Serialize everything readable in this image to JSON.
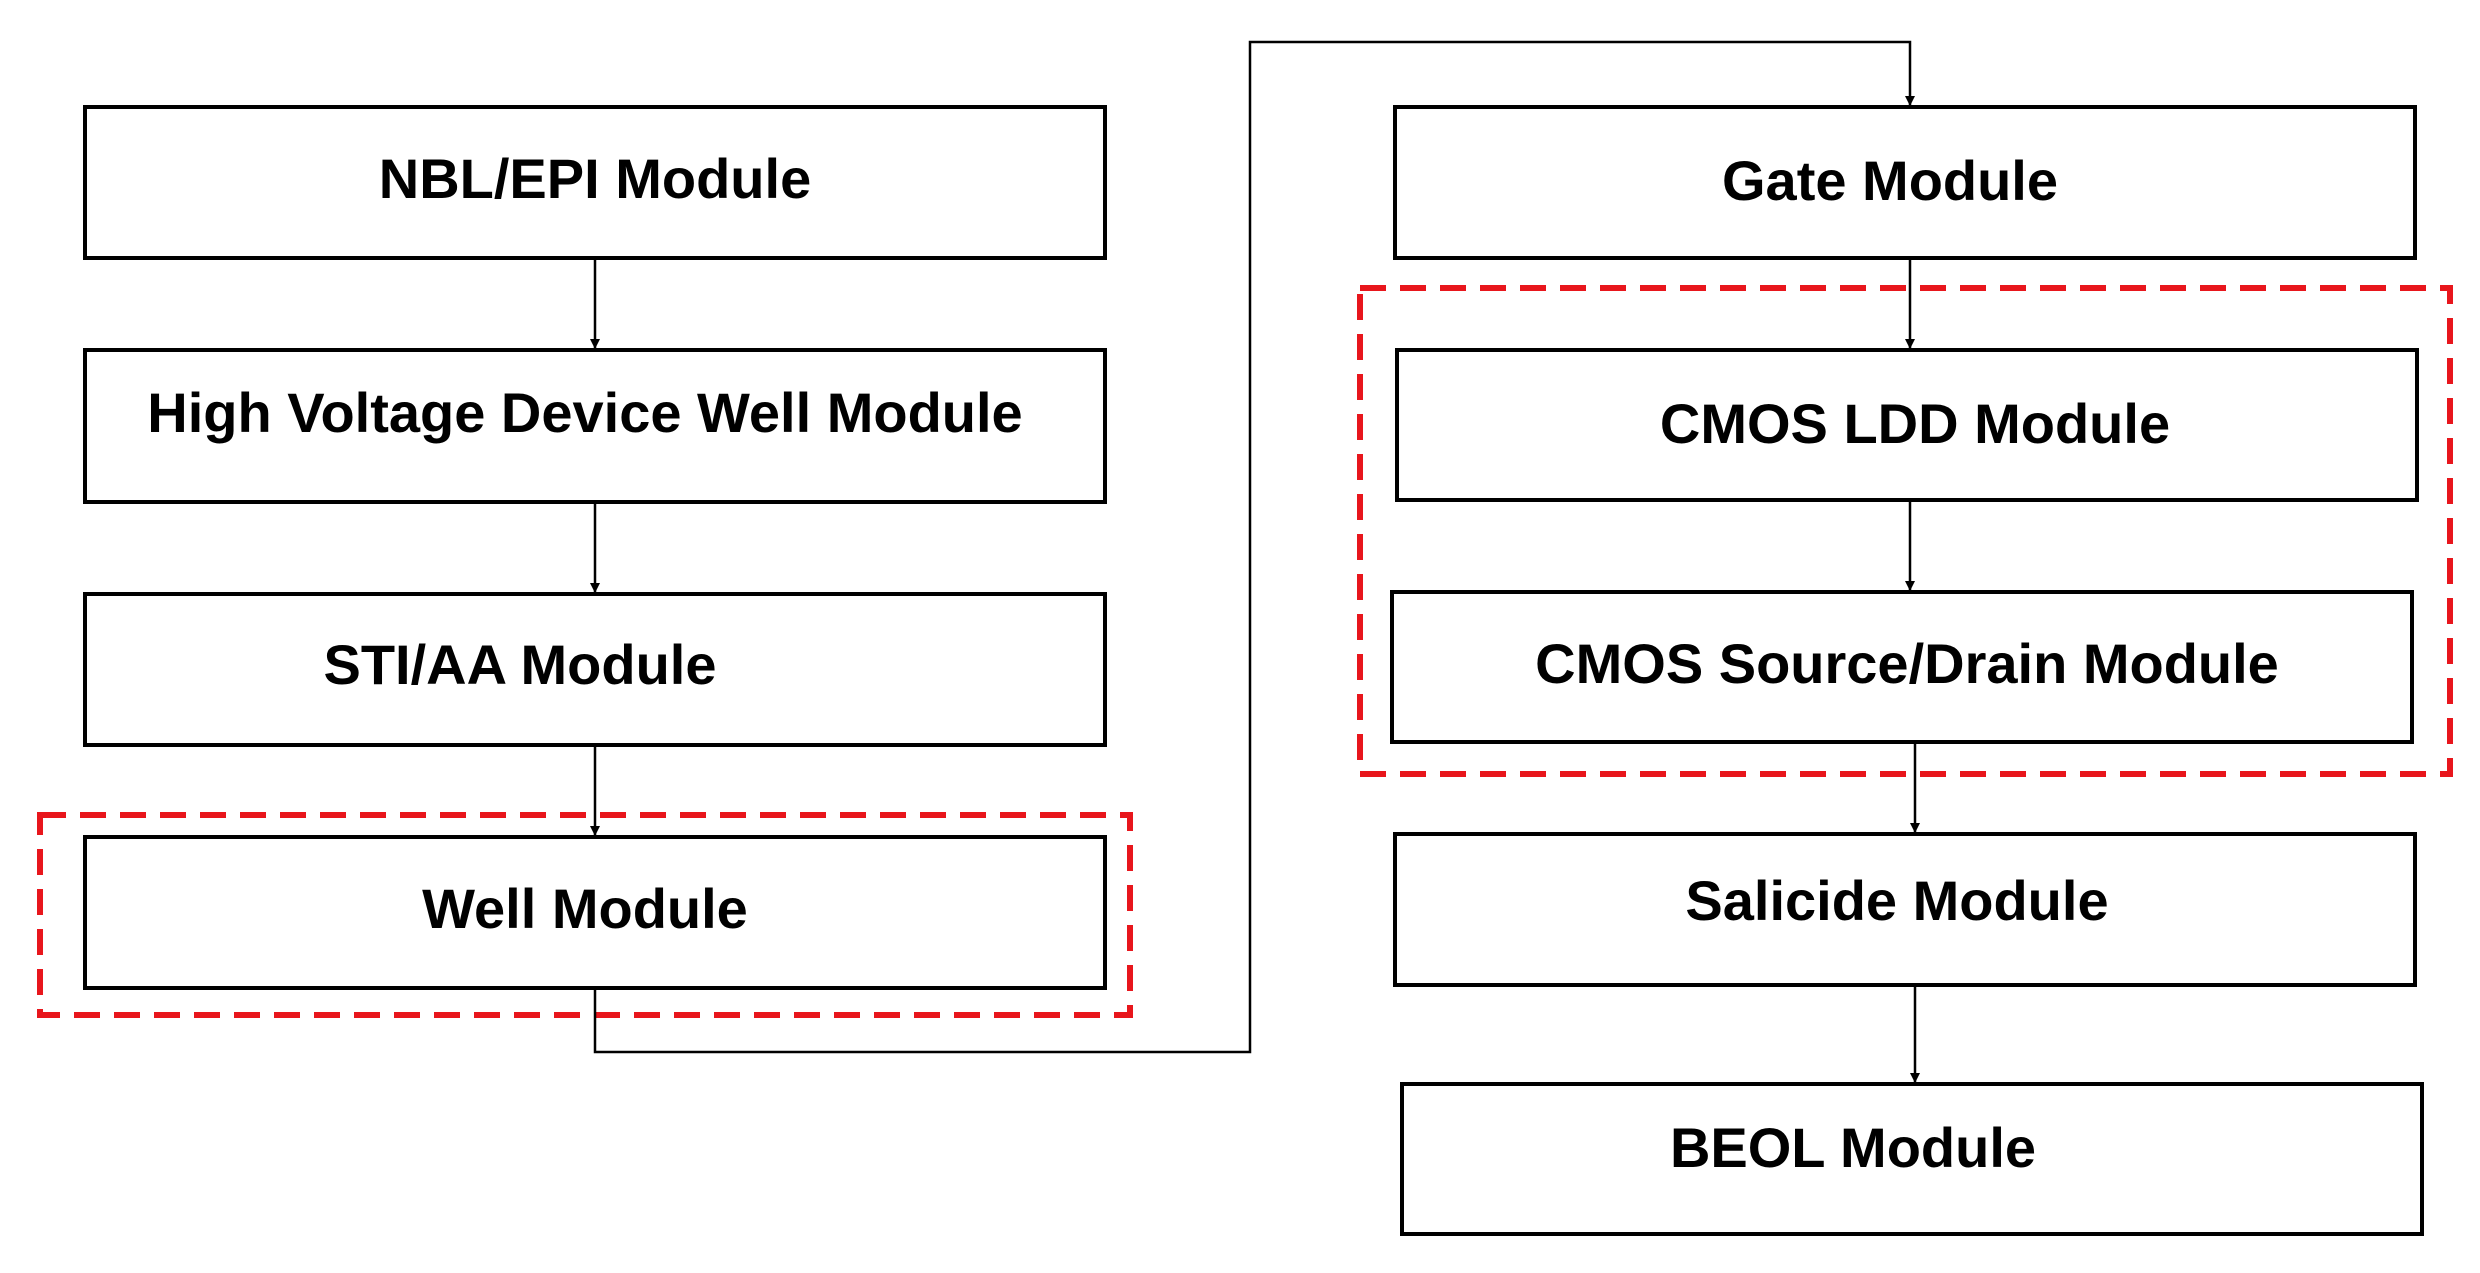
{
  "diagram": {
    "modules": [
      "NBL/EPI Module",
      "High Voltage Device Well Module",
      "STI/AA Module",
      "Well Module",
      "Gate Module",
      "CMOS LDD Module",
      "CMOS Source/Drain Module",
      "Salicide Module",
      "BEOL Module"
    ],
    "colors": {
      "box_border": "#000000",
      "highlight_border": "#e8161c",
      "connector": "#000000"
    }
  }
}
